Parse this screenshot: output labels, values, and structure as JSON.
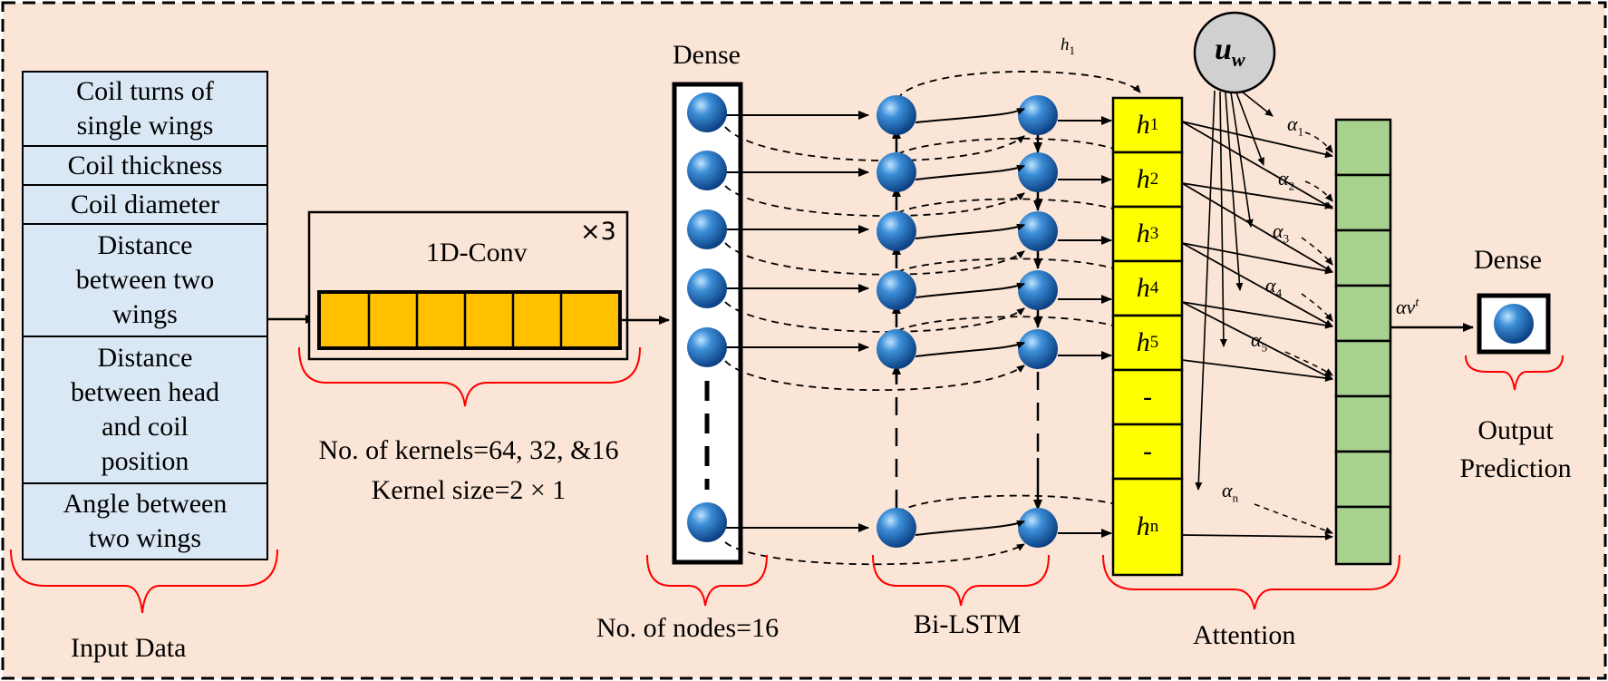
{
  "input": {
    "rows": [
      "Coil turns of\nsingle wings",
      "Coil thickness",
      "Coil diameter",
      "Distance\nbetween two\nwings",
      "Distance\nbetween head\nand coil\nposition",
      "Angle between\ntwo wings"
    ],
    "caption": "Input Data"
  },
  "conv": {
    "title": "1D-Conv",
    "repeat": "×3",
    "kernels_text": "No. of kernels=64, 32, &16",
    "kernel_size_text": "Kernel size=2 × 1"
  },
  "dense1": {
    "title": "Dense",
    "caption": "No. of nodes=16"
  },
  "bilstm": {
    "caption": "Bi-LSTM"
  },
  "attention": {
    "caption": "Attention",
    "context_vector": "u",
    "context_sub": "w",
    "h_cells": [
      {
        "base": "h",
        "sub": "1"
      },
      {
        "base": "h",
        "sub": "2"
      },
      {
        "base": "h",
        "sub": "3"
      },
      {
        "base": "h",
        "sub": "4"
      },
      {
        "base": "h",
        "sub": "5"
      },
      {
        "base": "-",
        "sub": ""
      },
      {
        "base": "-",
        "sub": ""
      },
      {
        "base": "h",
        "sub": "n"
      }
    ],
    "alphas": [
      {
        "base": "α",
        "sub": "1"
      },
      {
        "base": "α",
        "sub": "2"
      },
      {
        "base": "α",
        "sub": "3"
      },
      {
        "base": "α",
        "sub": "4"
      },
      {
        "base": "α",
        "sub": "5"
      },
      {
        "base": "α",
        "sub": "n"
      }
    ],
    "output_label": "αv",
    "output_sup": "t"
  },
  "dense2": {
    "title": "Dense",
    "caption_line1": "Output",
    "caption_line2": "Prediction"
  },
  "colors": {
    "background": "#fbe5d6",
    "input_fill": "#dae8f5",
    "conv_fill": "#ffc000",
    "h_fill": "#ffff00",
    "output_fill": "#a9d18e",
    "node": "#1f6fbf",
    "uw_fill": "#d0d0d0",
    "brace": "#ff0000"
  }
}
